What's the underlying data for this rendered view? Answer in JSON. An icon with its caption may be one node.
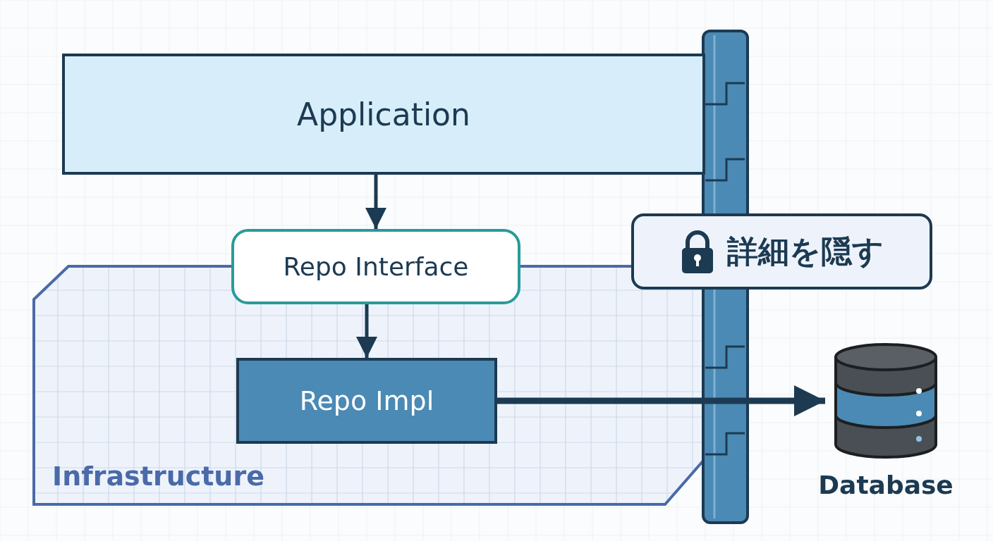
{
  "diagram": {
    "nodes": [
      {
        "text": [
          "Application"
        ]
      },
      {
        "text": [
          "Repo Interface"
        ]
      },
      {
        "text": [
          "詳細を隠す"
        ]
      },
      {
        "text": [
          "Infrastructure"
        ]
      },
      {
        "text": [
          "Repo Impl"
        ],
        "in": 3
      },
      {
        "text": [
          "Database"
        ]
      }
    ],
    "edges": [
      {
        "from": 0,
        "to": 1,
        "arrow": "to"
      },
      {
        "from": 1,
        "to": 4,
        "arrow": "to"
      },
      {
        "from": 4,
        "to": 5,
        "arrow": "to",
        "style": "thick"
      }
    ]
  }
}
